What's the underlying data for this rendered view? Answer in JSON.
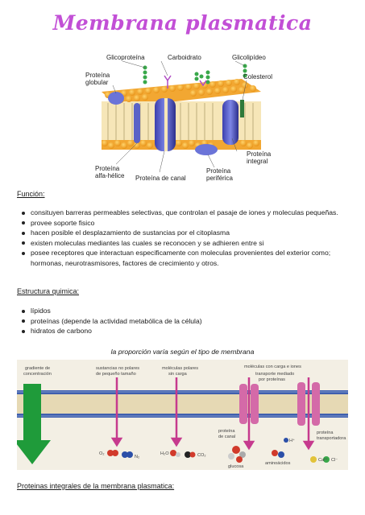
{
  "title": "Membrana plasmatica",
  "figure1": {
    "labels": {
      "glicoproteina": "Glicoproteína",
      "carboidrato": "Carboidrato",
      "glicolipideo": "Glicolipídeo",
      "proteina_globular_1": "Proteína",
      "proteina_globular_2": "globular",
      "colesterol": "Colesterol",
      "proteina_integral_1": "Proteína",
      "proteina_integral_2": "integral",
      "alfa_helice_1": "Proteína",
      "alfa_helice_2": "alfa-hélice",
      "proteina_canal": "Proteína de canal",
      "periferica_1": "Proteína",
      "periferica_2": "periférica"
    }
  },
  "funcion": {
    "heading": "Función:",
    "items": [
      " consituyen barreras permeables selectivas, que controlan el pasaje de iones y moleculas pequeñas.",
      "provee soporte fisico",
      "hacen posible el desplazamiento de sustancias por el citoplasma",
      "existen moleculas mediantes las cuales se reconocen y se adhieren entre si",
      "posee receptores que interactuan especificamente con moleculas provenientes del exterior como; hormonas, neurotrasmisores, factores de crecimiento y otros."
    ]
  },
  "estructura": {
    "heading": "Estructura quimica: ",
    "items": [
      "lípidos",
      "proteínas (depende la actividad metabólica de la célula)",
      "hidratos de carbono"
    ]
  },
  "caption": "la proporción varía según el tipo de membrana",
  "figure2": {
    "labels": {
      "gradiente_1": "gradiente de",
      "gradiente_2": "concentración",
      "no_polares_1": "sustancias no polares",
      "no_polares_2": "de pequeño tamaño",
      "polares_1": "moléculas polares",
      "polares_2": "sin carga",
      "carga_iones": "moléculas con carga e iones",
      "transporte_1": "transporte mediado",
      "transporte_2": "por proteínas",
      "canal_1": "proteína",
      "canal_2": "de canal",
      "transportadora_1": "proteína",
      "transportadora_2": "transportadora",
      "o2": "O₂",
      "n2": "N₂",
      "h2o": "H₂O",
      "co2": "CO₂",
      "glucosa": "glucosa",
      "aminoacidos": "aminoácidos",
      "h_ion": "H⁺",
      "ca_ion": "Ca²⁺",
      "cl_ion": "Cl⁻"
    }
  },
  "footer_heading": "Proteinas integrales de la membrana plasmatica:"
}
